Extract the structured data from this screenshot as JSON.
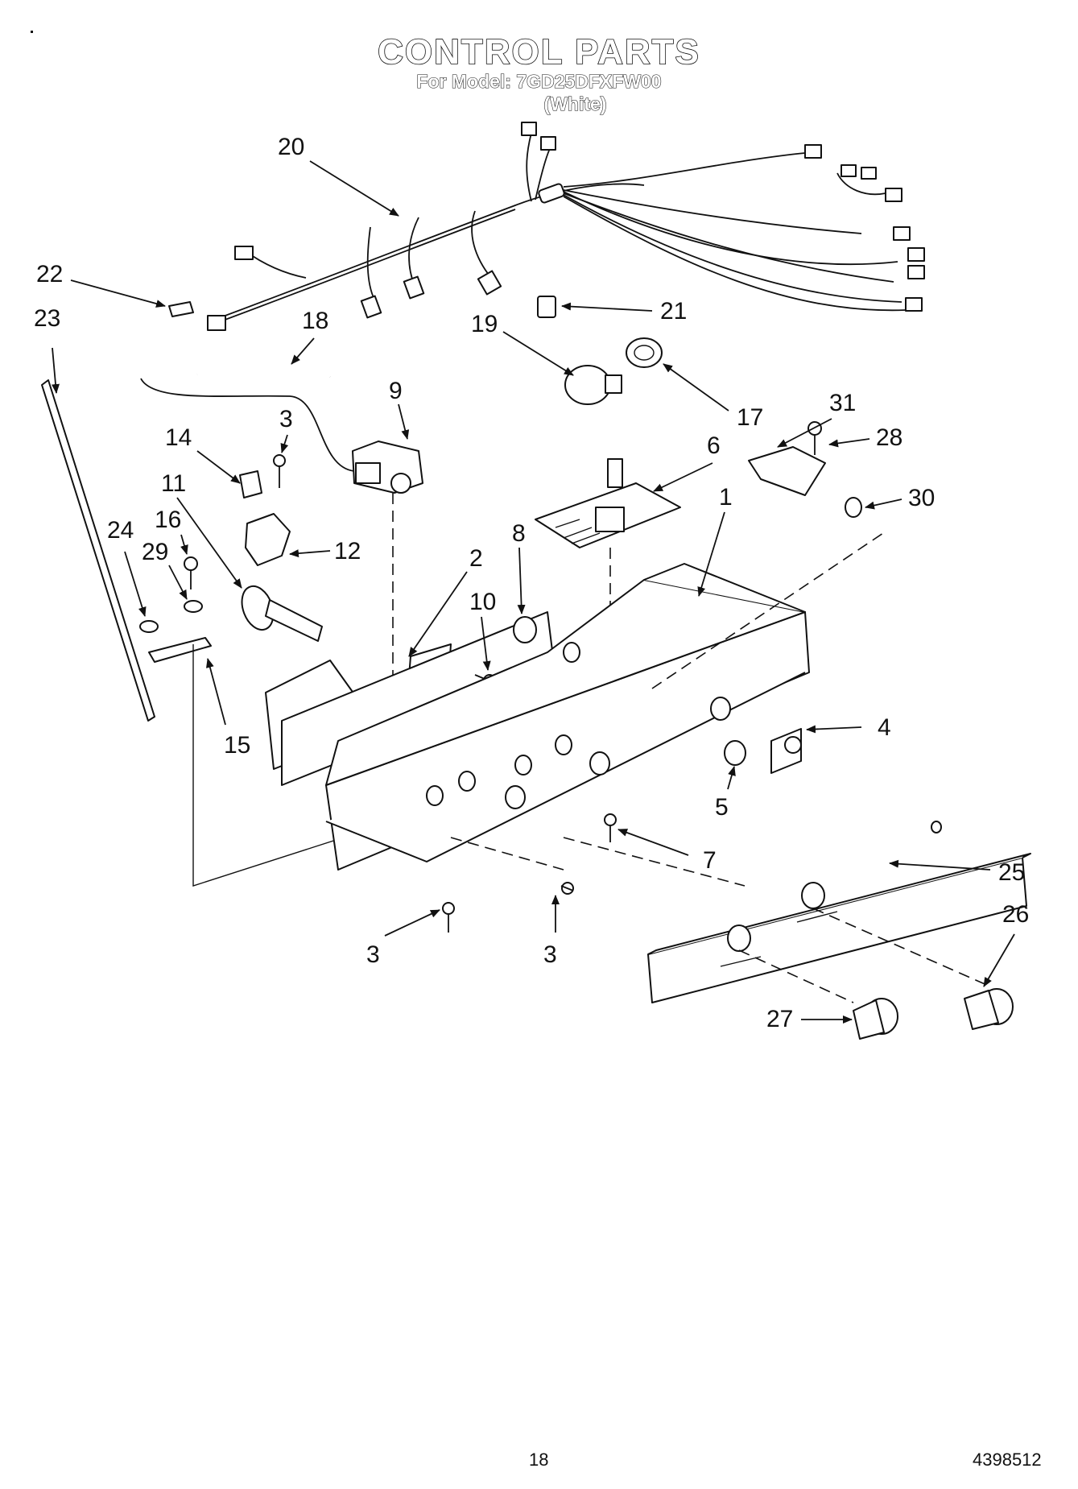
{
  "title": "CONTROL PARTS",
  "model_line": "For Model: 7GD25DFXFW00",
  "variant": "(White)",
  "page_number": "18",
  "doc_number": "4398512",
  "callouts": [
    {
      "id": "c20",
      "label": "20"
    },
    {
      "id": "c22",
      "label": "22"
    },
    {
      "id": "c23",
      "label": "23"
    },
    {
      "id": "c21",
      "label": "21"
    },
    {
      "id": "c18",
      "label": "18"
    },
    {
      "id": "c19",
      "label": "19"
    },
    {
      "id": "c17",
      "label": "17"
    },
    {
      "id": "c9",
      "label": "9"
    },
    {
      "id": "c3a",
      "label": "3"
    },
    {
      "id": "c14",
      "label": "14"
    },
    {
      "id": "c31",
      "label": "31"
    },
    {
      "id": "c28",
      "label": "28"
    },
    {
      "id": "c6",
      "label": "6"
    },
    {
      "id": "c30",
      "label": "30"
    },
    {
      "id": "c11",
      "label": "11"
    },
    {
      "id": "c12",
      "label": "12"
    },
    {
      "id": "c1",
      "label": "1"
    },
    {
      "id": "c16",
      "label": "16"
    },
    {
      "id": "c24",
      "label": "24"
    },
    {
      "id": "c29",
      "label": "29"
    },
    {
      "id": "c8",
      "label": "8"
    },
    {
      "id": "c2",
      "label": "2"
    },
    {
      "id": "c10",
      "label": "10"
    },
    {
      "id": "c15",
      "label": "15"
    },
    {
      "id": "c4",
      "label": "4"
    },
    {
      "id": "c5",
      "label": "5"
    },
    {
      "id": "c7",
      "label": "7"
    },
    {
      "id": "c25",
      "label": "25"
    },
    {
      "id": "c26",
      "label": "26"
    },
    {
      "id": "c3b",
      "label": "3"
    },
    {
      "id": "c3c",
      "label": "3"
    },
    {
      "id": "c27",
      "label": "27"
    }
  ]
}
